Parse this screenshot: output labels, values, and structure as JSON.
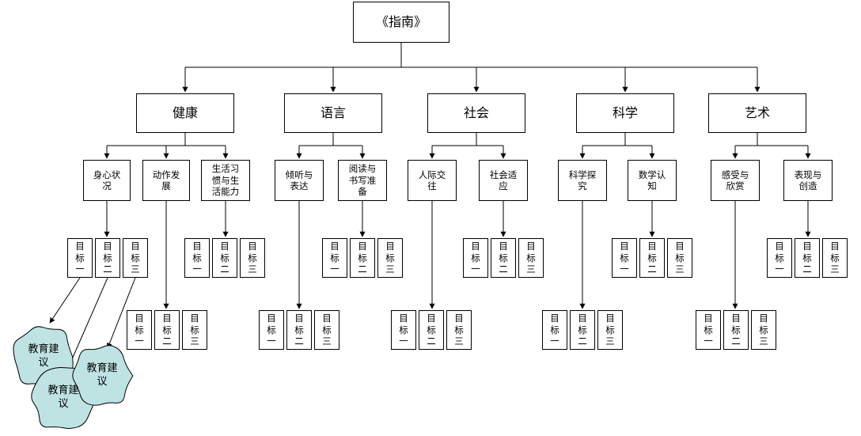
{
  "root": "《指南》",
  "domains": [
    {
      "label": "健康",
      "subs": [
        {
          "label": "身心状\n况"
        },
        {
          "label": "动作发\n展"
        },
        {
          "label": "生活习\n惯与生\n活能力"
        }
      ]
    },
    {
      "label": "语言",
      "subs": [
        {
          "label": "倾听与\n表达"
        },
        {
          "label": "阅读与\n书写准\n备"
        }
      ]
    },
    {
      "label": "社会",
      "subs": [
        {
          "label": "人际交\n往"
        },
        {
          "label": "社会适\n应"
        }
      ]
    },
    {
      "label": "科学",
      "subs": [
        {
          "label": "科学探\n究"
        },
        {
          "label": "数学认\n知"
        }
      ]
    },
    {
      "label": "艺术",
      "subs": [
        {
          "label": "感受与\n欣赏"
        },
        {
          "label": "表现与\n创造"
        }
      ]
    }
  ],
  "goals": [
    "目\n标\n一",
    "目\n标\n二",
    "目\n标\n三"
  ],
  "advice": [
    "教育建\n议",
    "教育建\n议",
    "教育建\n议"
  ],
  "style": {
    "line_color": "#000000",
    "box_border": "#000000",
    "advice_fill": "#bfe3e3"
  }
}
